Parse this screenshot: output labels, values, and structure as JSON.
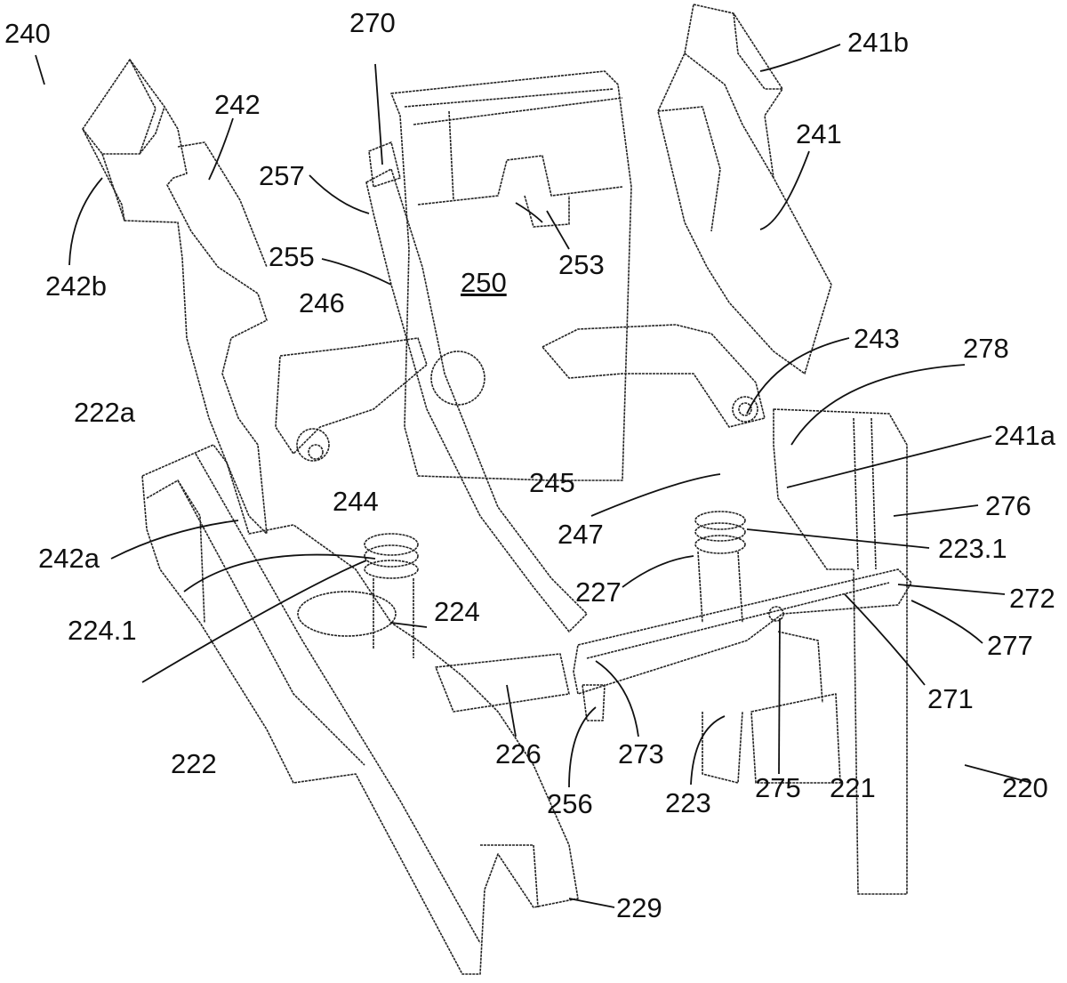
{
  "figure": {
    "labels": [
      {
        "id": "240",
        "text": "240"
      },
      {
        "id": "242",
        "text": "242"
      },
      {
        "id": "242b",
        "text": "242b"
      },
      {
        "id": "270",
        "text": "270"
      },
      {
        "id": "257",
        "text": "257"
      },
      {
        "id": "255",
        "text": "255"
      },
      {
        "id": "250",
        "text": "250",
        "underlined": true
      },
      {
        "id": "253",
        "text": "253"
      },
      {
        "id": "241b",
        "text": "241b"
      },
      {
        "id": "241",
        "text": "241"
      },
      {
        "id": "246",
        "text": "246"
      },
      {
        "id": "243",
        "text": "243"
      },
      {
        "id": "278",
        "text": "278"
      },
      {
        "id": "222a",
        "text": "222a"
      },
      {
        "id": "244",
        "text": "244"
      },
      {
        "id": "245",
        "text": "245"
      },
      {
        "id": "241a",
        "text": "241a"
      },
      {
        "id": "247",
        "text": "247"
      },
      {
        "id": "276",
        "text": "276"
      },
      {
        "id": "242a",
        "text": "242a"
      },
      {
        "id": "223.1",
        "text": "223.1"
      },
      {
        "id": "227",
        "text": "227"
      },
      {
        "id": "272",
        "text": "272"
      },
      {
        "id": "224.1",
        "text": "224.1"
      },
      {
        "id": "224",
        "text": "224"
      },
      {
        "id": "277",
        "text": "277"
      },
      {
        "id": "271",
        "text": "271"
      },
      {
        "id": "222",
        "text": "222"
      },
      {
        "id": "226",
        "text": "226"
      },
      {
        "id": "273",
        "text": "273"
      },
      {
        "id": "220",
        "text": "220"
      },
      {
        "id": "256",
        "text": "256"
      },
      {
        "id": "223",
        "text": "223"
      },
      {
        "id": "275",
        "text": "275"
      },
      {
        "id": "221",
        "text": "221"
      },
      {
        "id": "229",
        "text": "229"
      }
    ]
  }
}
